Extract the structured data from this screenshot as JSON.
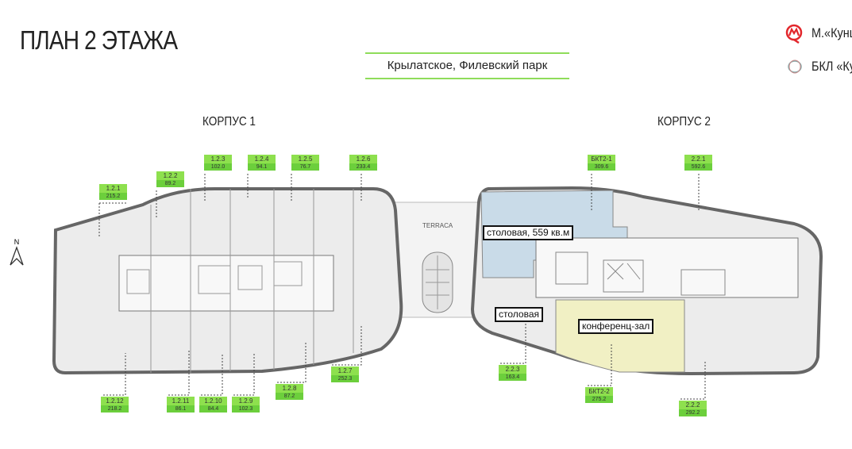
{
  "title": "ПЛАН 2 ЭТАЖА",
  "location": "Крылатское, Филевский парк",
  "metro": [
    {
      "icon": "metro-m-icon",
      "label": "М.«Кунц",
      "color": "#e2262b"
    },
    {
      "icon": "bkl-ring-icon",
      "label": "БКЛ «Ку"
    }
  ],
  "compass": "N",
  "buildings": [
    {
      "label": "КОРПУС 1"
    },
    {
      "label": "КОРПУС 2"
    }
  ],
  "terrace": "TERRACA",
  "units": [
    {
      "id": "1.2.1",
      "area": "215.2"
    },
    {
      "id": "1.2.2",
      "area": "89.2"
    },
    {
      "id": "1.2.3",
      "area": "102.0"
    },
    {
      "id": "1.2.4",
      "area": "94.1"
    },
    {
      "id": "1.2.5",
      "area": "76.7"
    },
    {
      "id": "1.2.6",
      "area": "233.4"
    },
    {
      "id": "1.2.12",
      "area": "218.2"
    },
    {
      "id": "1.2.11",
      "area": "86.1"
    },
    {
      "id": "1.2.10",
      "area": "84.4"
    },
    {
      "id": "1.2.9",
      "area": "102.3"
    },
    {
      "id": "1.2.8",
      "area": "87.2"
    },
    {
      "id": "1.2.7",
      "area": "252.3"
    },
    {
      "id": "БКТ2-1",
      "area": "309.6"
    },
    {
      "id": "2.2.1",
      "area": "592.6"
    },
    {
      "id": "2.2.3",
      "area": "163.4"
    },
    {
      "id": "БКТ2-2",
      "area": "275.2"
    },
    {
      "id": "2.2.2",
      "area": "292.2"
    }
  ],
  "rooms": [
    "столовая, 559 кв.м",
    "столовая",
    "конференц-зал"
  ],
  "colors": {
    "green": "#8ee04e",
    "canteen": "#c9dbe8",
    "conference": "#f1f0c4",
    "floor": "#ececec",
    "wall": "#666666"
  }
}
